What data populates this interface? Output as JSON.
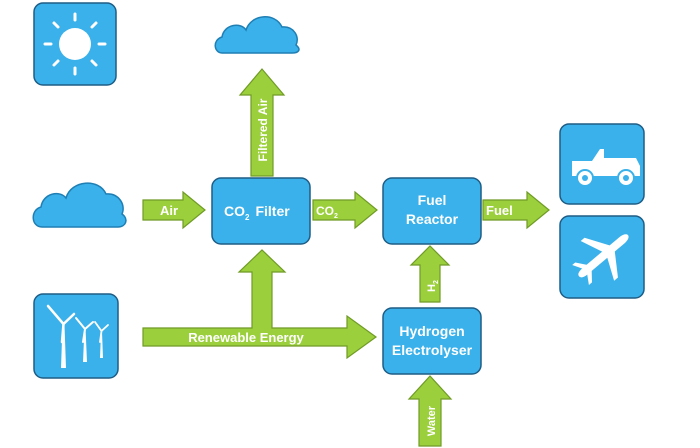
{
  "colors": {
    "box_fill": "#3ab1ea",
    "box_stroke": "#1e5d86",
    "arrow_fill": "#9bcf3c",
    "arrow_stroke": "#6f9b25",
    "cloud_fill": "#3ab1ea",
    "cloud_stroke": "#1f7fb4",
    "icon_white": "#ffffff"
  },
  "icons": {
    "sun": "sun-icon",
    "cloud_top": "cloud-icon",
    "cloud_left": "cloud-icon",
    "wind_turbines": "wind-turbine-icon",
    "car": "jeep-icon",
    "plane": "airplane-icon"
  },
  "nodes": {
    "co2_filter": {
      "label_main": "CO",
      "label_sub": "2",
      "label_rest": "Filter"
    },
    "fuel_reactor": {
      "line1": "Fuel",
      "line2": "Reactor"
    },
    "hydrogen_electrolyser": {
      "line1": "Hydrogen",
      "line2": "Electrolyser"
    }
  },
  "arrows": {
    "air": "Air",
    "co2_main": "CO",
    "co2_sub": "2",
    "fuel": "Fuel",
    "filtered_air": "Filtered Air",
    "h2_main": "H",
    "h2_sub": "2",
    "renewable_energy": "Renewable Energy",
    "water": "Water"
  }
}
